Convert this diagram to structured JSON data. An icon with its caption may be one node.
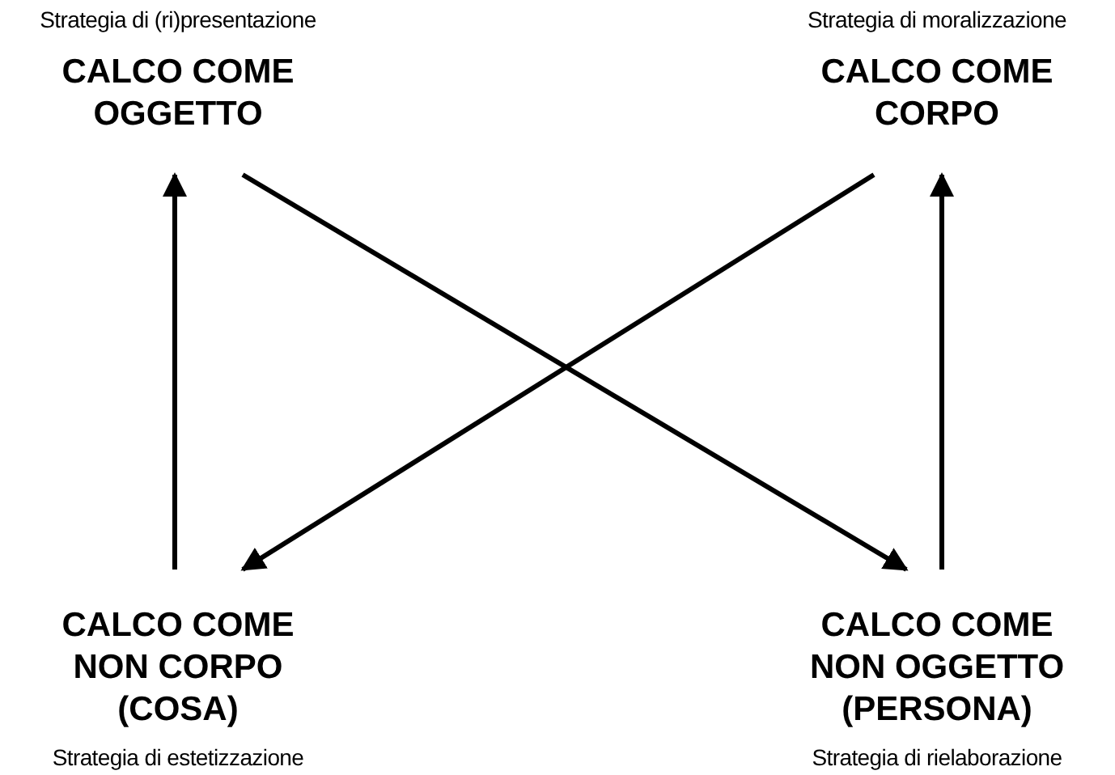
{
  "diagram": {
    "nodes": [
      {
        "text": [
          "CALCO COME OGGETTO"
        ],
        "beside": [
          "Strategia di (ri)presentazione"
        ]
      },
      {
        "text": [
          "CALCO COME CORPO"
        ],
        "beside": [
          "Strategia di moralizzazione"
        ]
      },
      {
        "text": [
          "CALCO COME NON CORPO (COSA)"
        ],
        "beside": [
          "Strategia di estetizzazione"
        ]
      },
      {
        "text": [
          "CALCO COME NON OGGETTO (PERSONA)"
        ],
        "beside": [
          "Strategia di rielaborazione"
        ]
      }
    ],
    "edges": [
      {
        "from": 0,
        "to": 3,
        "arrow": "to"
      },
      {
        "from": 1,
        "to": 2,
        "arrow": "to"
      },
      {
        "from": 2,
        "to": 0,
        "arrow": "to"
      },
      {
        "from": 3,
        "to": 1,
        "arrow": "to"
      }
    ]
  }
}
